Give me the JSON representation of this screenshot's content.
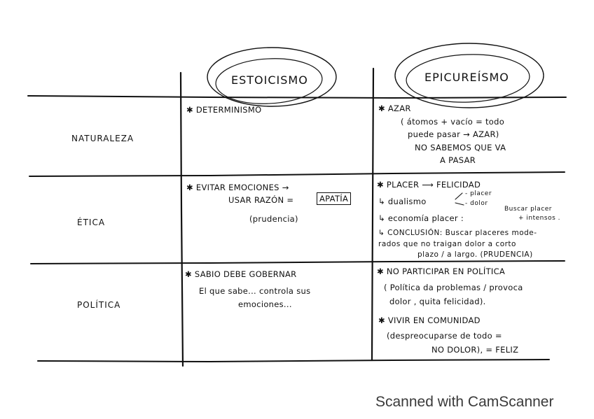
{
  "header": {
    "col1": "ESTOICISMO",
    "col2": "EPICUREÍSMO"
  },
  "rows": {
    "naturaleza": "NATURALEZA",
    "etica": "ÉTICA",
    "politica": "POLÍTICA"
  },
  "cells": {
    "nat_estoicismo": "✱ DETERMINISMO",
    "nat_epicureismo": [
      "✱ AZAR",
      "( átomos + vacío = todo",
      "puede pasar → AZAR)",
      "NO SABEMOS QUE VA",
      "A PASAR"
    ],
    "etica_estoicismo": {
      "line1": "✱ EVITAR EMOCIONES →",
      "line2": "USAR RAZÓN =",
      "apatia": "APATÍA",
      "line3": "(prudencia)"
    },
    "etica_epicureismo": {
      "line1": "✱ PLACER ⟶ FELICIDAD",
      "dualismo": "↳ dualismo",
      "dual_a": "- placer",
      "dual_b": "- dolor",
      "economia": "↳ economía placer :",
      "econ_a": "Buscar placer",
      "econ_b": "+ intensos .",
      "conclusion1": "↳ CONCLUSIÓN: Buscar placeres mode-",
      "conclusion2": "rados que no traigan dolor a corto",
      "conclusion3": "plazo / a largo. (PRUDENCIA)"
    },
    "pol_estoicismo": [
      "✱ SABIO DEBE GOBERNAR",
      "El que sabe... controla sus",
      "emociones..."
    ],
    "pol_epicureismo": [
      "✱ NO PARTICIPAR EN POLÍTICA",
      "( Política da problemas / provoca",
      "dolor , quita felicidad).",
      "✱ VIVIR EN COMUNIDAD",
      "(despreocuparse de todo =",
      "NO DOLOR), = FELIZ"
    ]
  },
  "watermark": "Scanned with CamScanner"
}
